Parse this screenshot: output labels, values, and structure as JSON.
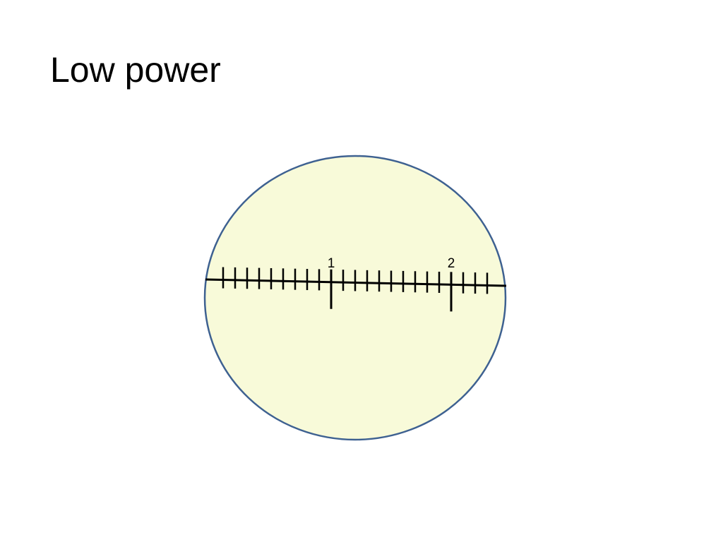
{
  "title": "Low power",
  "colors": {
    "field_fill": "#f8fad9",
    "field_stroke": "#3e6191",
    "scale_stroke": "#000000"
  },
  "eyepiece_scale": {
    "labels": [
      {
        "id": "mark-1",
        "text": "1",
        "position": 1
      },
      {
        "id": "mark-2",
        "text": "2",
        "position": 2
      }
    ],
    "divisions_per_unit": 10,
    "start": 0.1,
    "end": 2.3
  }
}
